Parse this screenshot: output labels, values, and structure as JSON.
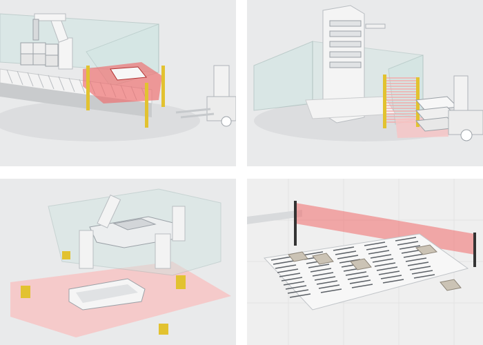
{
  "colors": {
    "background": "#e9eaeb",
    "glass": "#cfe5e2",
    "glass_edge": "#9fb8b5",
    "safety_red": "#f06a6a",
    "safety_zone": "#f7c4c4",
    "machine": "#f3f3f3",
    "machine_shadow": "#c9cbcd",
    "post_yellow": "#e2c230",
    "box": "#cbc3b5",
    "conveyor": "#5b6066"
  },
  "panels": [
    {
      "id": "palletizing-robot-cell",
      "zone_shape": "light-curtain-box"
    },
    {
      "id": "pallet-stacker-cell",
      "zone_shape": "light-curtain-floor"
    },
    {
      "id": "car-body-robot-cell",
      "zone_shape": "floor-area"
    },
    {
      "id": "roller-conveyor-curtain",
      "zone_shape": "vertical-curtain"
    }
  ]
}
